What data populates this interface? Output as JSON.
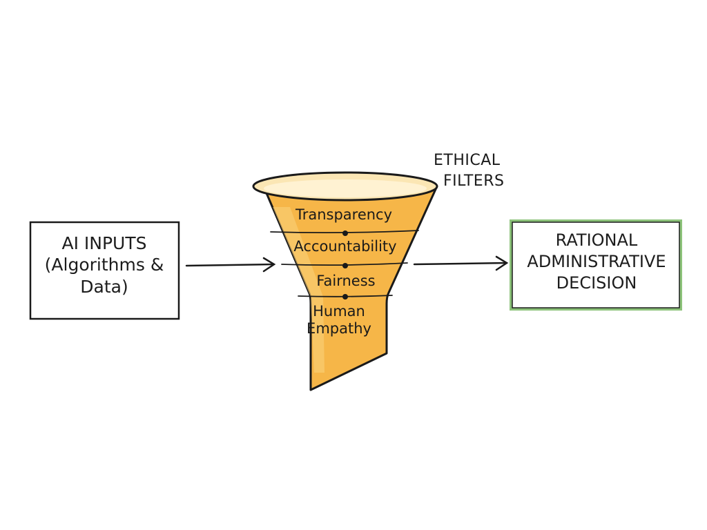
{
  "input_box": {
    "lines": [
      "AI INPUTS",
      "(Algorithms &",
      "Data)"
    ]
  },
  "funnel": {
    "label_lines": [
      "ETHICAL",
      "FILTERS"
    ],
    "layers": [
      "Transparency",
      "Accountability",
      "Fairness",
      "Human Empathy"
    ],
    "layer_lines_human_empathy": [
      "Human",
      "Empathy"
    ]
  },
  "output_box": {
    "lines": [
      "RATIONAL",
      "ADMINISTRATIVE",
      "DECISION"
    ]
  },
  "colors": {
    "funnel_fill": "#f6b648",
    "funnel_fill_light": "#fad07a",
    "funnel_rim": "#fbe6b4",
    "output_border": "#8cc27a",
    "ink": "#1a1a1a"
  }
}
